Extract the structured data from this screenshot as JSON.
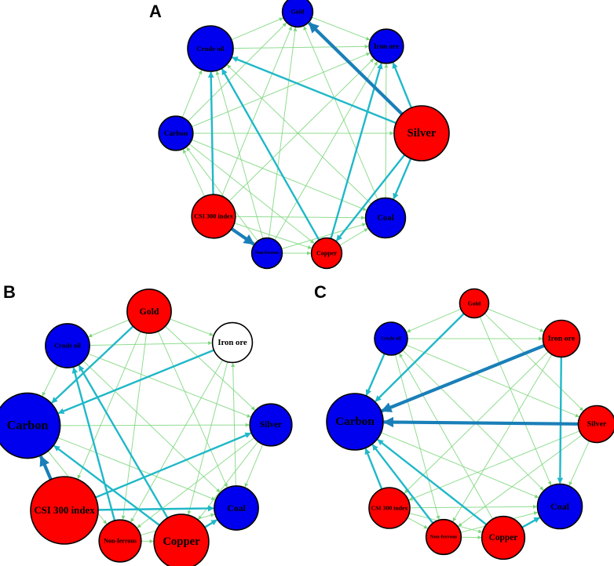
{
  "colors": {
    "red": "#ff0000",
    "blue": "#0000ee",
    "white": "#ffffff",
    "strong_edge": "#1a7fb8",
    "medium_edge": "#20b8c8",
    "weak_edge": "#7cd67c"
  },
  "panels": [
    {
      "label": "A",
      "nodes": [
        {
          "id": "gold",
          "label": "Gold",
          "color": "blue",
          "size": 0.35
        },
        {
          "id": "ironore",
          "label": "Iron ore",
          "color": "blue",
          "size": 0.45
        },
        {
          "id": "silver",
          "label": "Silver",
          "color": "red",
          "size": 1.0
        },
        {
          "id": "coal",
          "label": "Coal",
          "color": "blue",
          "size": 0.6
        },
        {
          "id": "copper",
          "label": "Copper",
          "color": "red",
          "size": 0.35
        },
        {
          "id": "nonferrous",
          "label": "Non-ferrous",
          "color": "blue",
          "size": 0.35
        },
        {
          "id": "csi",
          "label": "CSI 300 index",
          "color": "red",
          "size": 0.7
        },
        {
          "id": "carbon",
          "label": "Carbon",
          "color": "blue",
          "size": 0.45
        },
        {
          "id": "crude",
          "label": "Crude oil",
          "color": "blue",
          "size": 0.75
        }
      ],
      "edges": [
        {
          "from": "silver",
          "to": "gold",
          "w": 3
        },
        {
          "from": "silver",
          "to": "crude",
          "w": 2
        },
        {
          "from": "silver",
          "to": "coal",
          "w": 2
        },
        {
          "from": "silver",
          "to": "ironore",
          "w": 2
        },
        {
          "from": "silver",
          "to": "copper",
          "w": 2
        },
        {
          "from": "csi",
          "to": "crude",
          "w": 2
        },
        {
          "from": "csi",
          "to": "nonferrous",
          "w": 3
        },
        {
          "from": "copper",
          "to": "crude",
          "w": 2
        },
        {
          "from": "copper",
          "to": "ironore",
          "w": 2
        },
        {
          "from": "nonferrous",
          "to": "crude",
          "w": 1
        },
        {
          "from": "coal",
          "to": "ironore",
          "w": 1
        },
        {
          "from": "carbon",
          "to": "gold",
          "w": 1
        },
        {
          "from": "crude",
          "to": "gold",
          "w": 1
        },
        {
          "from": "gold",
          "to": "ironore",
          "w": 1
        },
        {
          "from": "csi",
          "to": "ironore",
          "w": 1
        },
        {
          "from": "csi",
          "to": "gold",
          "w": 1
        },
        {
          "from": "nonferrous",
          "to": "ironore",
          "w": 1
        },
        {
          "from": "carbon",
          "to": "ironore",
          "w": 1
        },
        {
          "from": "carbon",
          "to": "silver",
          "w": 1
        },
        {
          "from": "carbon",
          "to": "coal",
          "w": 1
        },
        {
          "from": "carbon",
          "to": "copper",
          "w": 1
        },
        {
          "from": "carbon",
          "to": "crude",
          "w": 1
        },
        {
          "from": "csi",
          "to": "carbon",
          "w": 1
        },
        {
          "from": "csi",
          "to": "coal",
          "w": 1
        },
        {
          "from": "csi",
          "to": "copper",
          "w": 1
        },
        {
          "from": "nonferrous",
          "to": "copper",
          "w": 1
        },
        {
          "from": "nonferrous",
          "to": "gold",
          "w": 1
        },
        {
          "from": "copper",
          "to": "coal",
          "w": 1
        },
        {
          "from": "coal",
          "to": "gold",
          "w": 1
        },
        {
          "from": "coal",
          "to": "crude",
          "w": 1
        },
        {
          "from": "crude",
          "to": "ironore",
          "w": 1
        },
        {
          "from": "nonferrous",
          "to": "coal",
          "w": 1
        },
        {
          "from": "nonferrous",
          "to": "carbon",
          "w": 1
        }
      ]
    },
    {
      "label": "B",
      "nodes": [
        {
          "id": "gold",
          "label": "Gold",
          "color": "red",
          "size": 0.45
        },
        {
          "id": "ironore",
          "label": "Iron ore",
          "color": "white",
          "size": 0.35
        },
        {
          "id": "silver",
          "label": "Silver",
          "color": "blue",
          "size": 0.4
        },
        {
          "id": "coal",
          "label": "Coal",
          "color": "blue",
          "size": 0.45
        },
        {
          "id": "copper",
          "label": "Copper",
          "color": "red",
          "size": 0.7
        },
        {
          "id": "nonferrous",
          "label": "Non-ferrous",
          "color": "red",
          "size": 0.4
        },
        {
          "id": "csi",
          "label": "CSI 300 index",
          "color": "red",
          "size": 1.0
        },
        {
          "id": "carbon",
          "label": "Carbon",
          "color": "blue",
          "size": 0.95
        },
        {
          "id": "crude",
          "label": "Crude oil",
          "color": "blue",
          "size": 0.45
        }
      ],
      "edges": [
        {
          "from": "csi",
          "to": "carbon",
          "w": 3
        },
        {
          "from": "csi",
          "to": "silver",
          "w": 2
        },
        {
          "from": "csi",
          "to": "coal",
          "w": 2
        },
        {
          "from": "gold",
          "to": "carbon",
          "w": 2
        },
        {
          "from": "copper",
          "to": "crude",
          "w": 2
        },
        {
          "from": "copper",
          "to": "carbon",
          "w": 2
        },
        {
          "from": "copper",
          "to": "coal",
          "w": 2
        },
        {
          "from": "ironore",
          "to": "carbon",
          "w": 2
        },
        {
          "from": "nonferrous",
          "to": "crude",
          "w": 2
        },
        {
          "from": "nonferrous",
          "to": "copper",
          "w": 1
        },
        {
          "from": "crude",
          "to": "carbon",
          "w": 1
        },
        {
          "from": "coal",
          "to": "ironore",
          "w": 1
        },
        {
          "from": "gold",
          "to": "crude",
          "w": 1
        },
        {
          "from": "gold",
          "to": "ironore",
          "w": 1
        },
        {
          "from": "gold",
          "to": "silver",
          "w": 1
        },
        {
          "from": "gold",
          "to": "coal",
          "w": 1
        },
        {
          "from": "gold",
          "to": "nonferrous",
          "w": 1
        },
        {
          "from": "gold",
          "to": "csi",
          "w": 1
        },
        {
          "from": "crude",
          "to": "ironore",
          "w": 1
        },
        {
          "from": "crude",
          "to": "silver",
          "w": 1
        },
        {
          "from": "crude",
          "to": "coal",
          "w": 1
        },
        {
          "from": "carbon",
          "to": "silver",
          "w": 1
        },
        {
          "from": "carbon",
          "to": "coal",
          "w": 1
        },
        {
          "from": "ironore",
          "to": "nonferrous",
          "w": 1
        },
        {
          "from": "ironore",
          "to": "copper",
          "w": 1
        },
        {
          "from": "silver",
          "to": "nonferrous",
          "w": 1
        },
        {
          "from": "silver",
          "to": "copper",
          "w": 1
        },
        {
          "from": "silver",
          "to": "coal",
          "w": 1
        },
        {
          "from": "carbon",
          "to": "nonferrous",
          "w": 1
        },
        {
          "from": "nonferrous",
          "to": "coal",
          "w": 1
        }
      ]
    },
    {
      "label": "C",
      "nodes": [
        {
          "id": "gold",
          "label": "Gold",
          "color": "red",
          "size": 0.3
        },
        {
          "id": "ironore",
          "label": "Iron ore",
          "color": "red",
          "size": 0.5
        },
        {
          "id": "silver",
          "label": "Silver",
          "color": "red",
          "size": 0.5
        },
        {
          "id": "coal",
          "label": "Coal",
          "color": "blue",
          "size": 0.7
        },
        {
          "id": "copper",
          "label": "Copper",
          "color": "red",
          "size": 0.65
        },
        {
          "id": "nonferrous",
          "label": "Non-ferrous",
          "color": "red",
          "size": 0.45
        },
        {
          "id": "csi",
          "label": "CSI 300 index",
          "color": "red",
          "size": 0.6
        },
        {
          "id": "carbon",
          "label": "Carbon",
          "color": "blue",
          "size": 1.0
        },
        {
          "id": "crude",
          "label": "Crude oil",
          "color": "blue",
          "size": 0.4
        }
      ],
      "edges": [
        {
          "from": "silver",
          "to": "carbon",
          "w": 3
        },
        {
          "from": "ironore",
          "to": "carbon",
          "w": 3
        },
        {
          "from": "gold",
          "to": "carbon",
          "w": 2
        },
        {
          "from": "copper",
          "to": "carbon",
          "w": 2
        },
        {
          "from": "nonferrous",
          "to": "carbon",
          "w": 2
        },
        {
          "from": "csi",
          "to": "carbon",
          "w": 2
        },
        {
          "from": "ironore",
          "to": "coal",
          "w": 2
        },
        {
          "from": "crude",
          "to": "carbon",
          "w": 2
        },
        {
          "from": "copper",
          "to": "coal",
          "w": 2
        },
        {
          "from": "nonferrous",
          "to": "coal",
          "w": 1
        },
        {
          "from": "csi",
          "to": "coal",
          "w": 1
        },
        {
          "from": "silver",
          "to": "coal",
          "w": 1
        },
        {
          "from": "copper",
          "to": "crude",
          "w": 1
        },
        {
          "from": "gold",
          "to": "crude",
          "w": 1
        },
        {
          "from": "gold",
          "to": "ironore",
          "w": 1
        },
        {
          "from": "gold",
          "to": "silver",
          "w": 1
        },
        {
          "from": "gold",
          "to": "coal",
          "w": 1
        },
        {
          "from": "crude",
          "to": "ironore",
          "w": 1
        },
        {
          "from": "crude",
          "to": "silver",
          "w": 1
        },
        {
          "from": "crude",
          "to": "coal",
          "w": 1
        },
        {
          "from": "crude",
          "to": "nonferrous",
          "w": 1
        },
        {
          "from": "ironore",
          "to": "csi",
          "w": 1
        },
        {
          "from": "ironore",
          "to": "nonferrous",
          "w": 1
        },
        {
          "from": "silver",
          "to": "csi",
          "w": 1
        },
        {
          "from": "silver",
          "to": "nonferrous",
          "w": 1
        },
        {
          "from": "carbon",
          "to": "coal",
          "w": 1
        },
        {
          "from": "carbon",
          "to": "silver",
          "w": 1
        },
        {
          "from": "csi",
          "to": "nonferrous",
          "w": 1
        },
        {
          "from": "csi",
          "to": "copper",
          "w": 1
        },
        {
          "from": "nonferrous",
          "to": "copper",
          "w": 1
        }
      ]
    }
  ]
}
